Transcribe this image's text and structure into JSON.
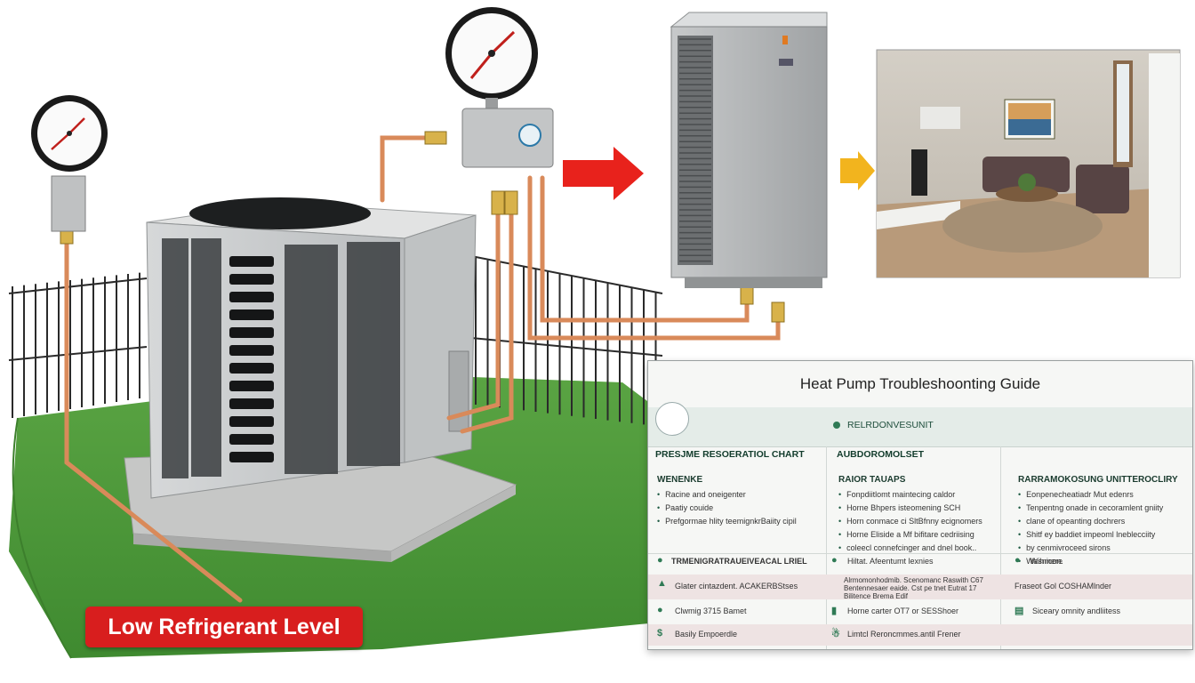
{
  "diagram": {
    "alert_label": "Low Refrigerant Level",
    "colors": {
      "alert_red": "#d81e1e",
      "arrow_red": "#e8221c",
      "arrow_yellow": "#f2b41e",
      "copper": "#d98a5a",
      "grass": "#4f9a3a",
      "unit_gray": "#c9cbcc"
    }
  },
  "guide": {
    "title": "Heat Pump Troubleshoonting Guide",
    "subheading": "RELRDONVESUNIT",
    "columns": [
      {
        "header": "PRESJME RESOERATIOL CHART",
        "title": "WENENKE",
        "bullets": [
          "Racine and oneigenter",
          "Paatiy couide",
          "Prefgormae hlity teemignkrBaiity cipil"
        ]
      },
      {
        "header": "AUBDOROMOLSET",
        "title": "RAIOR TAUAPS",
        "bullets": [
          "Fonpdiitlomt maintecing caldor",
          "Horne Bhpers isteomening SCH",
          "Horn conmace ci SltBfnny ecignomers",
          "Horne Eliside a Mf bifitare cedriising",
          "coleecl connefcinger and dnel book.."
        ]
      },
      {
        "header": "",
        "title": "RARRAMOKOSUNG UNITTEROCLIRY",
        "bullets": [
          "Eonpenecheatiadr Mut edenrs",
          "Tenpentng onade in cecoramlent gniity",
          "clane of opeanting dochrers",
          "Shitf ey baddiet impeoml lneblecciity",
          "by cenmivroceed sirons",
          "Wasnicon."
        ]
      }
    ],
    "rows": [
      [
        "TRMENIGRATRAUEIVEACAL LRIEL",
        "Hiltat. Afeentumt lexnies",
        "Wihmere"
      ],
      [
        "Glater cintazdent. ACAKERBStses",
        "Alrmomonhodmib. Scenomanc Raswith C67 Bentennesaer eaide. Cst pe tnet Eutrat 17 Bilitence Brema Edif",
        "Fraseot Gol COSHAMlnder"
      ],
      [
        "Clwmig 3715 Bamet",
        "Horne carter OT7 or SESShoer",
        "Siceary omnity andliitess"
      ],
      [
        "Basily Empoerdle",
        "Limtcl Reroncmmes.antil Frener",
        ""
      ]
    ]
  }
}
